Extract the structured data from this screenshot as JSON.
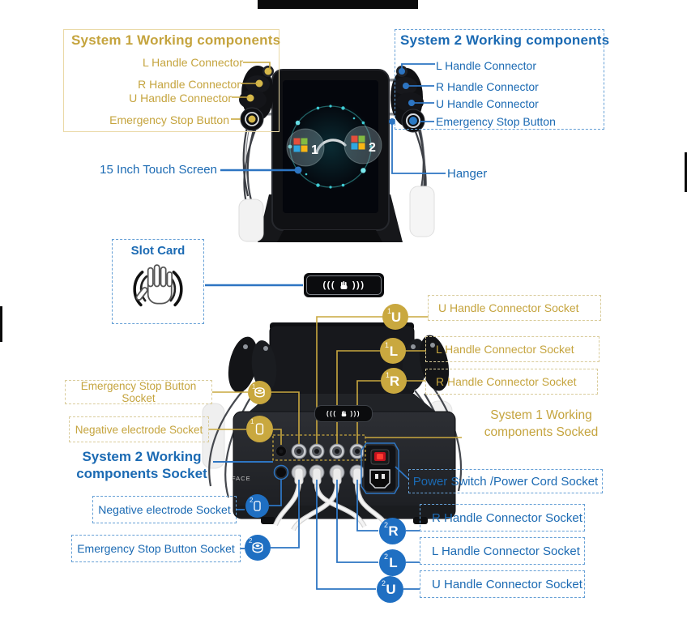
{
  "colors": {
    "system1_gold": "#c5a43e",
    "system2_blue": "#1b6ab3",
    "gold_line": "#c9a83f",
    "blue_line": "#2d75c2"
  },
  "front": {
    "system1": {
      "title": "System 1 Working components",
      "items": [
        "L Handle Connector",
        "R Handle Connector",
        "U Handle Connector",
        "Emergency Stop Button"
      ]
    },
    "system2": {
      "title": "System 2 Working components",
      "items": [
        "L Handle Connector",
        "R Handle Connector",
        "U Handle Connector",
        "Emergency Stop Button"
      ]
    },
    "touch_screen_label": "15 Inch Touch Screen",
    "hanger_label": "Hanger",
    "screen_badge_1": "1",
    "screen_badge_2": "2"
  },
  "slot_card": {
    "title": "Slot Card"
  },
  "reader": {
    "glyph_left": "(((",
    "glyph_right": ")))"
  },
  "back": {
    "system1": {
      "u_label": "U Handle Connector Socket",
      "l_label": "L Handle Connector Socket",
      "r_label": "R Handle Connector Socket",
      "group_line1": "System 1 Working",
      "group_line2": "components Socked",
      "emergency_label": "Emergency Stop Button Socket",
      "negative_label": "Negative electrode Socket",
      "badge_prefix": "1"
    },
    "system2": {
      "group_line1": "System 2 Working",
      "group_line2": "components Socket",
      "negative_label": "Negative electrode Socket",
      "emergency_label": "Emergency Stop Button Socket",
      "power_label": "Power Switch /Power Cord Socket",
      "r_label": "R Handle Connector Socket",
      "l_label": "L Handle Connector Socket",
      "u_label": "U Handle Connector Socket",
      "badge_prefix": "2"
    },
    "badge_letters": {
      "u": "U",
      "l": "L",
      "r": "R"
    },
    "watermark": "FACE"
  }
}
